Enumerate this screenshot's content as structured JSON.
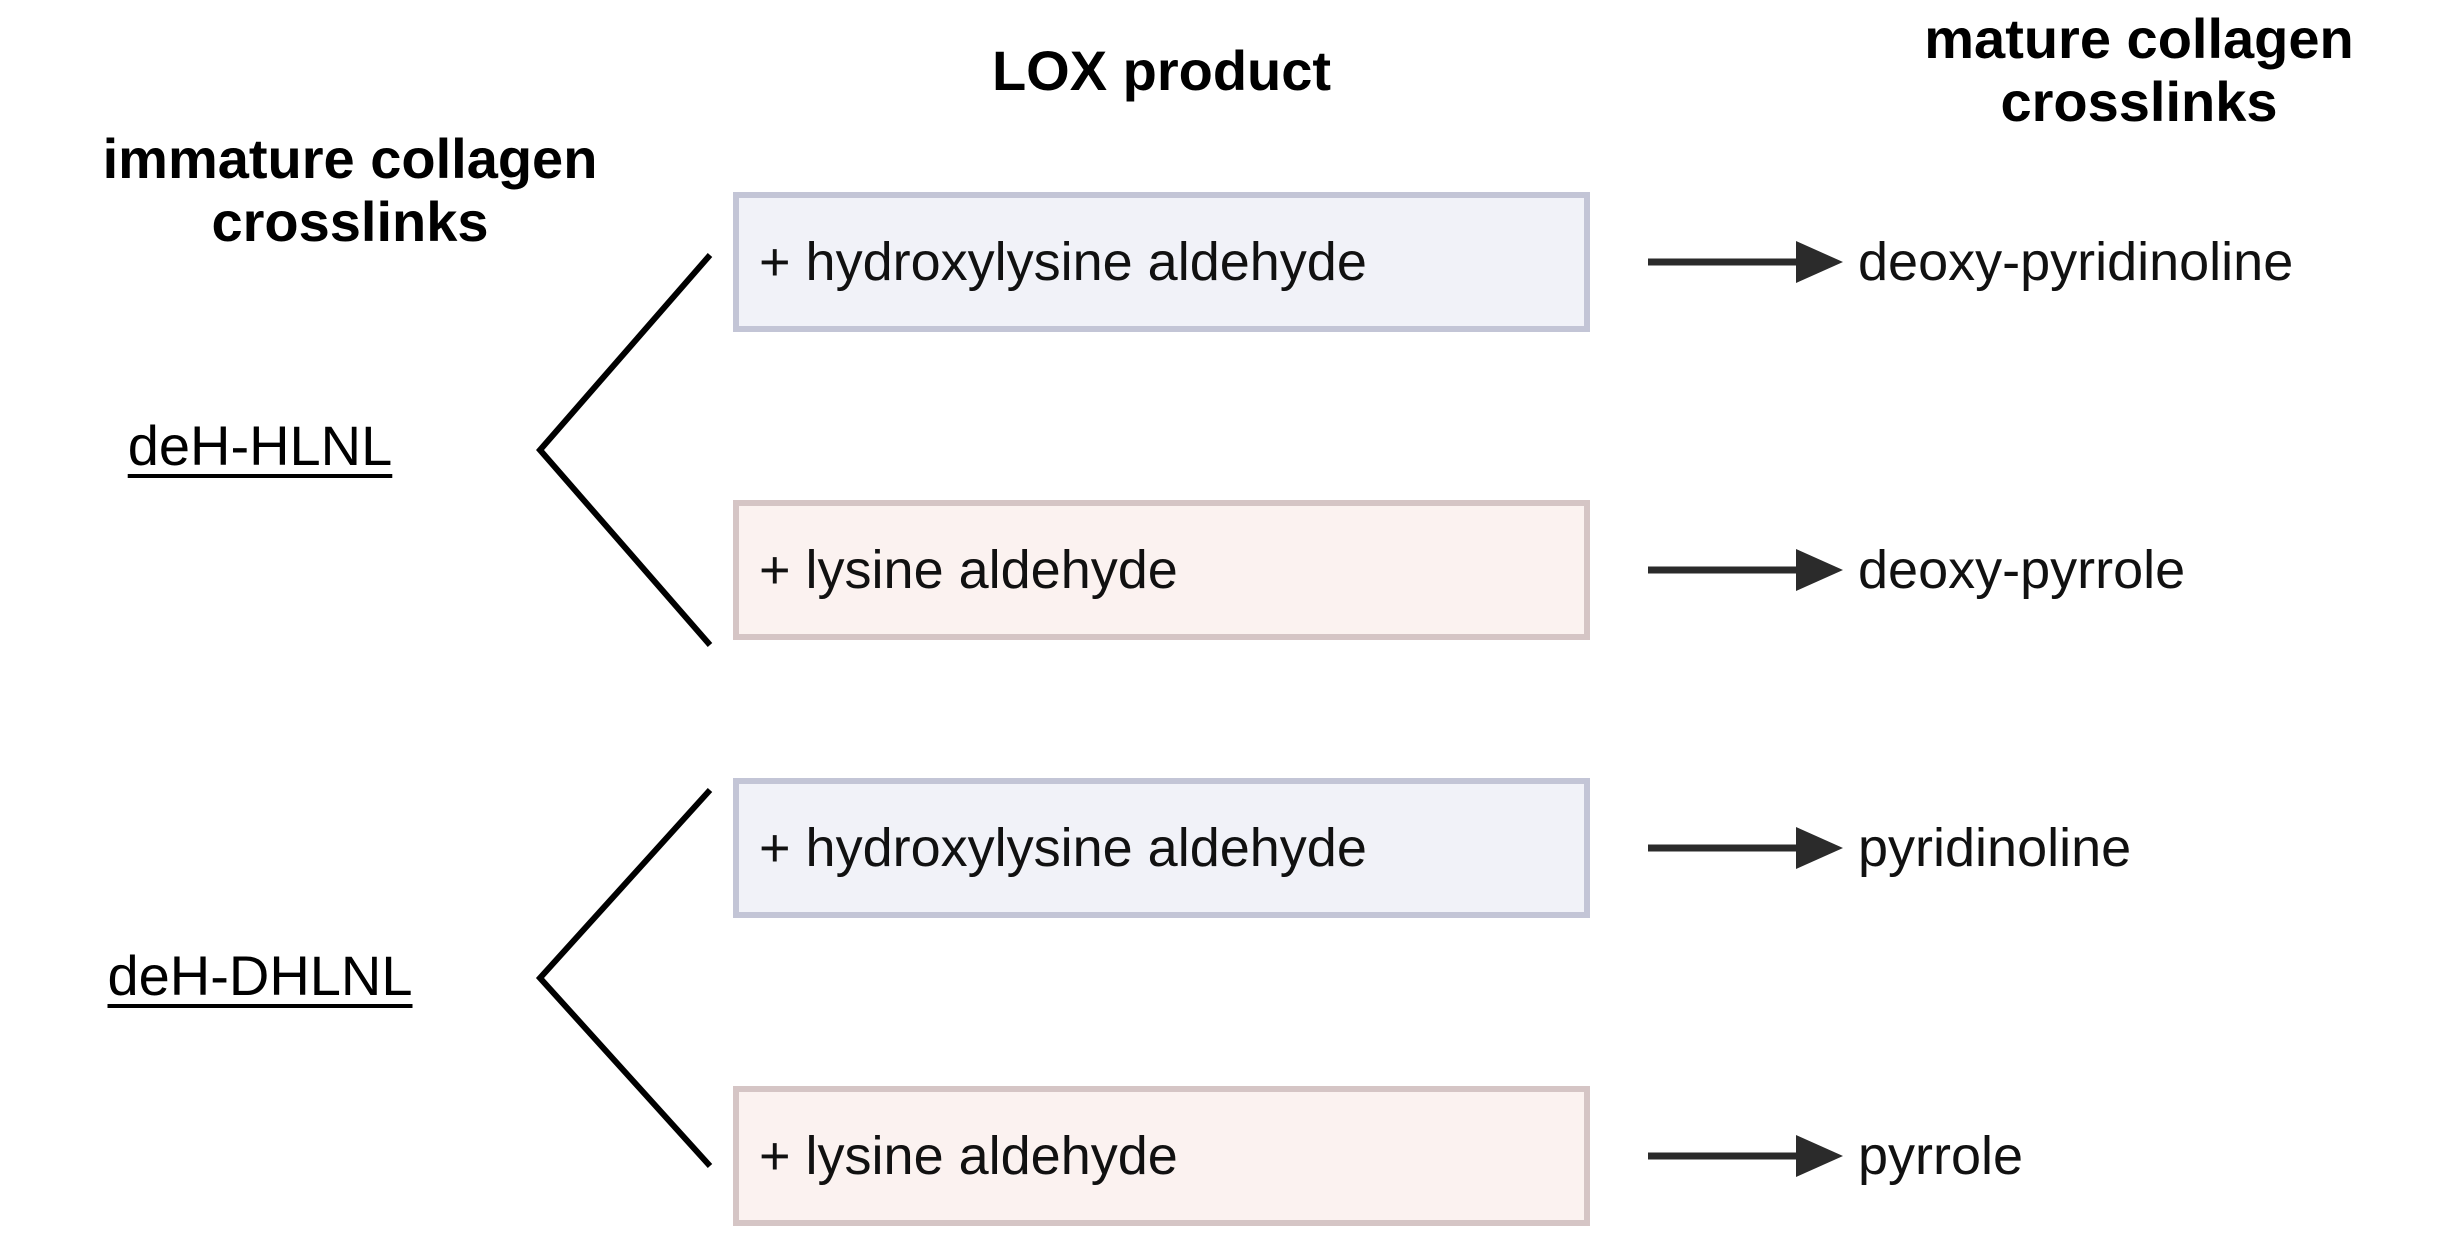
{
  "headers": {
    "middle_column": "LOX product",
    "right_column": "mature collagen crosslinks",
    "left_group": "immature collagen crosslinks"
  },
  "colors": {
    "background": "#ffffff",
    "text": "#000000",
    "hydroxylysine_box_fill": "#f1f2f8",
    "hydroxylysine_box_border": "#c3c5d6",
    "lysine_box_fill": "#fbf2f0",
    "lysine_box_border": "#d5c5c5",
    "arrow": "#2b2b2b",
    "connector": "#000000"
  },
  "branches": [
    {
      "precursor": "deH-HLNL",
      "reactions": [
        {
          "lox_product": "+ hydroxylysine aldehyde",
          "mature_crosslink": "deoxy-pyridinoline",
          "box_variant": "blue"
        },
        {
          "lox_product": "+ lysine aldehyde",
          "mature_crosslink": "deoxy-pyrrole",
          "box_variant": "pink"
        }
      ]
    },
    {
      "precursor": "deH-DHLNL",
      "reactions": [
        {
          "lox_product": "+ hydroxylysine aldehyde",
          "mature_crosslink": "pyridinoline",
          "box_variant": "blue"
        },
        {
          "lox_product": "+ lysine aldehyde",
          "mature_crosslink": "pyrrole",
          "box_variant": "pink"
        }
      ]
    }
  ],
  "icons": {
    "fork_connector": "fork-bracket-icon",
    "reaction_arrow": "right-arrow-icon"
  }
}
